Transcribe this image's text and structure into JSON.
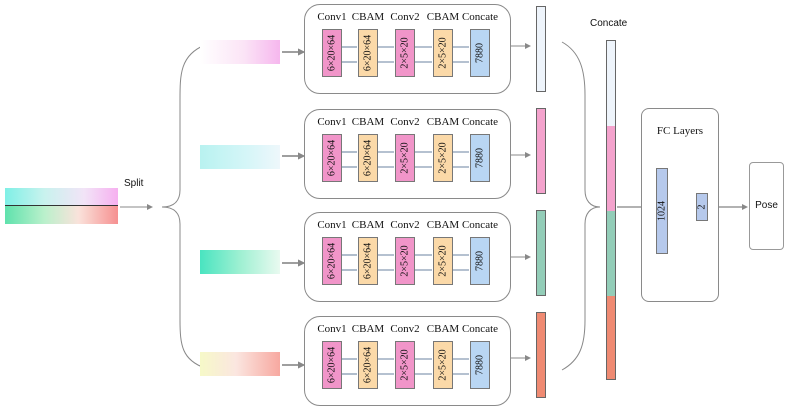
{
  "split_label": "Split",
  "branch_headers": [
    "Conv1",
    "CBAM",
    "Conv2",
    "CBAM",
    "Concate"
  ],
  "branch_blocks": [
    "6×20×64",
    "6×20×64",
    "2×5×20",
    "2×5×20",
    "7880"
  ],
  "concat_label": "Concate",
  "fc_title": "FC Layers",
  "fc_blocks": [
    "1024",
    "2"
  ],
  "output_label": "Pose",
  "colors": {
    "conv": "#f195c9",
    "cbam": "#fbd9a8",
    "concat_block": "#b9d6f3",
    "fc_block": "#b6c9ec",
    "branch_vectors": [
      "#eef4fb",
      "#f4a3cd",
      "#93cdb8",
      "#ef8a72"
    ]
  }
}
